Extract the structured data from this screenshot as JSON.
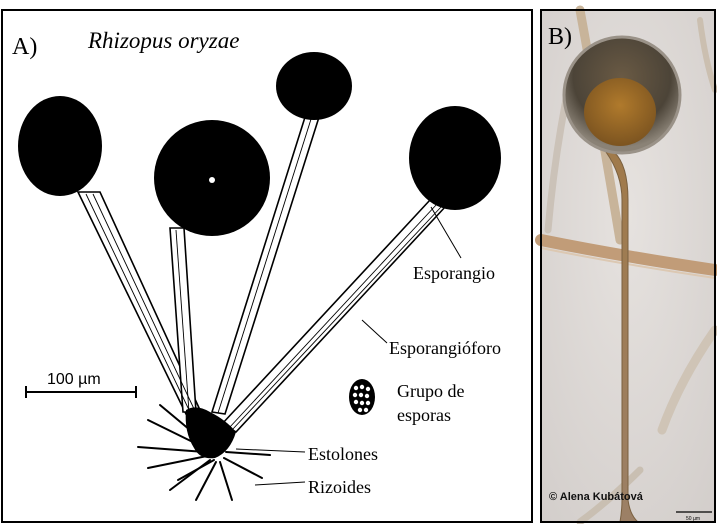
{
  "panel_a": {
    "letter": "A)",
    "species": "Rhizopus oryzae",
    "scale_bar_label": "100 µm",
    "labels": {
      "sporangium": "Esporangio",
      "sporangiophore": "Esporangióforo",
      "spore_group_line1": "Grupo de",
      "spore_group_line2": "esporas",
      "stolons": "Estolones",
      "rhizoids": "Rizoides"
    }
  },
  "panel_b": {
    "letter": "B)",
    "credit": "© Alena Kubátová",
    "scale_label": "50 µm"
  }
}
